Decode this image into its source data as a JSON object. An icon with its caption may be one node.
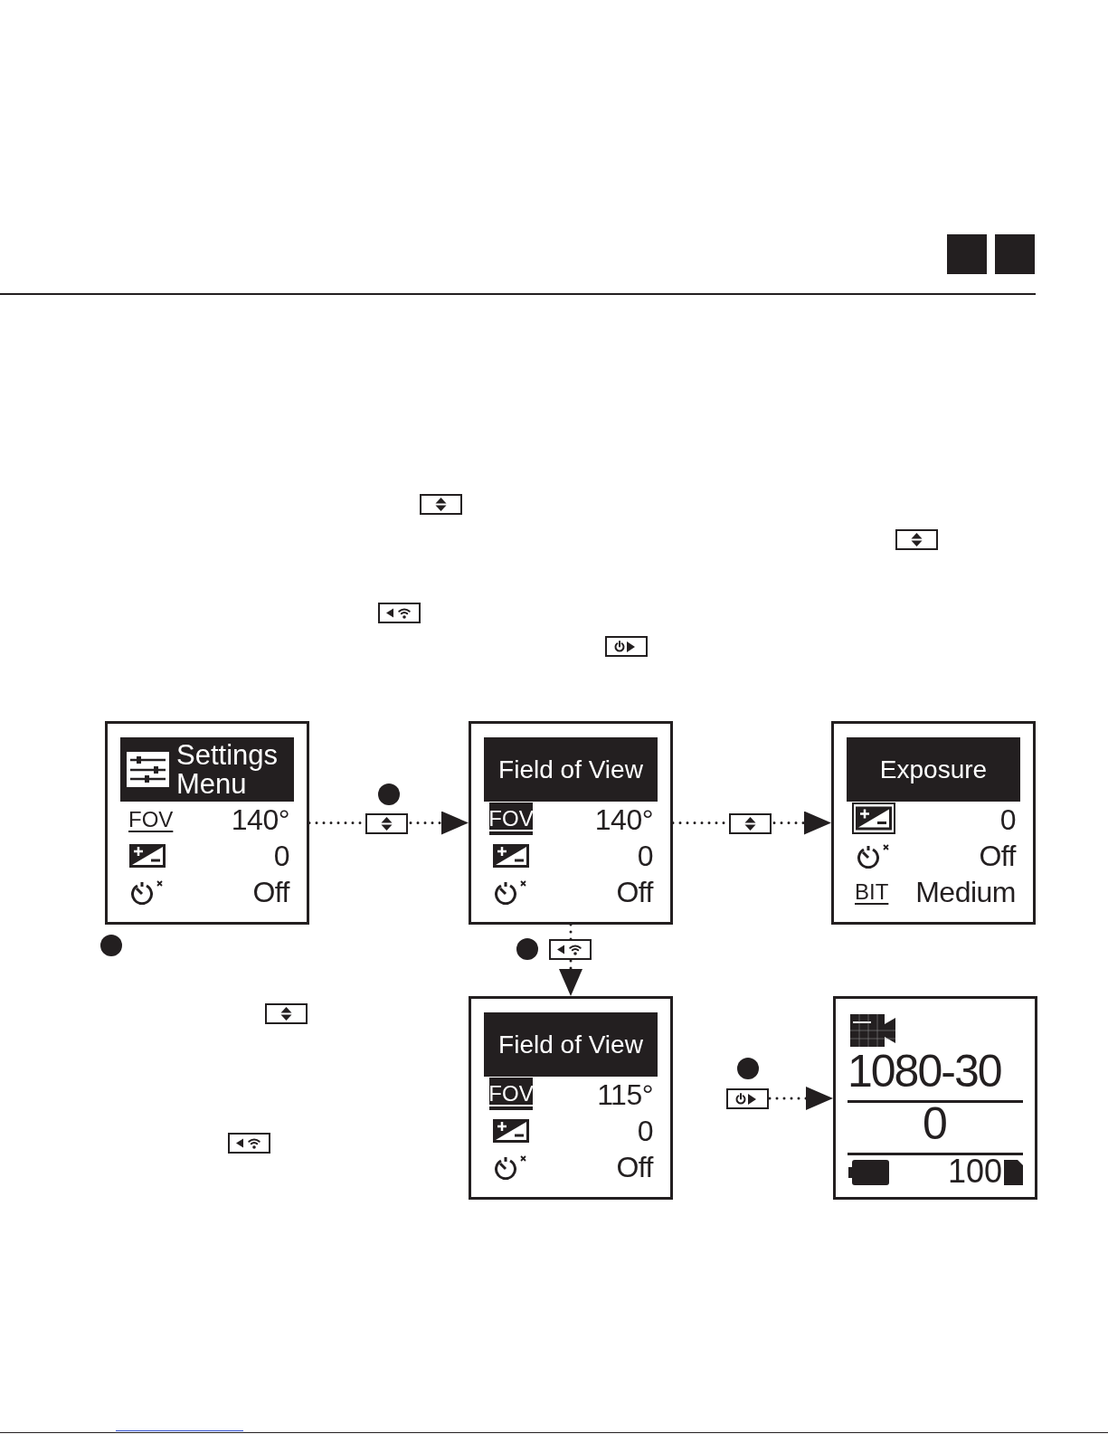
{
  "diagram": {
    "nodes": [
      {
        "text": [
          "Settings Menu",
          "FOV",
          "140°",
          "0",
          "Off"
        ]
      },
      {
        "text": [
          "Field of View",
          "FOV",
          "140°",
          "0",
          "Off"
        ]
      },
      {
        "text": [
          "Exposure",
          "0",
          "Off",
          "BIT",
          "Medium"
        ]
      },
      {
        "text": [
          "Field of View",
          "FOV",
          "115°",
          "0",
          "Off"
        ]
      },
      {
        "text": [
          "1080-30",
          "0",
          "100"
        ]
      }
    ],
    "edges": [
      {
        "from": 0,
        "to": 1,
        "arrow": "to"
      },
      {
        "from": 1,
        "to": 2,
        "arrow": "to"
      },
      {
        "from": 1,
        "to": 3,
        "arrow": "to"
      },
      {
        "from": null,
        "to": 4,
        "arrow": "to"
      }
    ]
  }
}
